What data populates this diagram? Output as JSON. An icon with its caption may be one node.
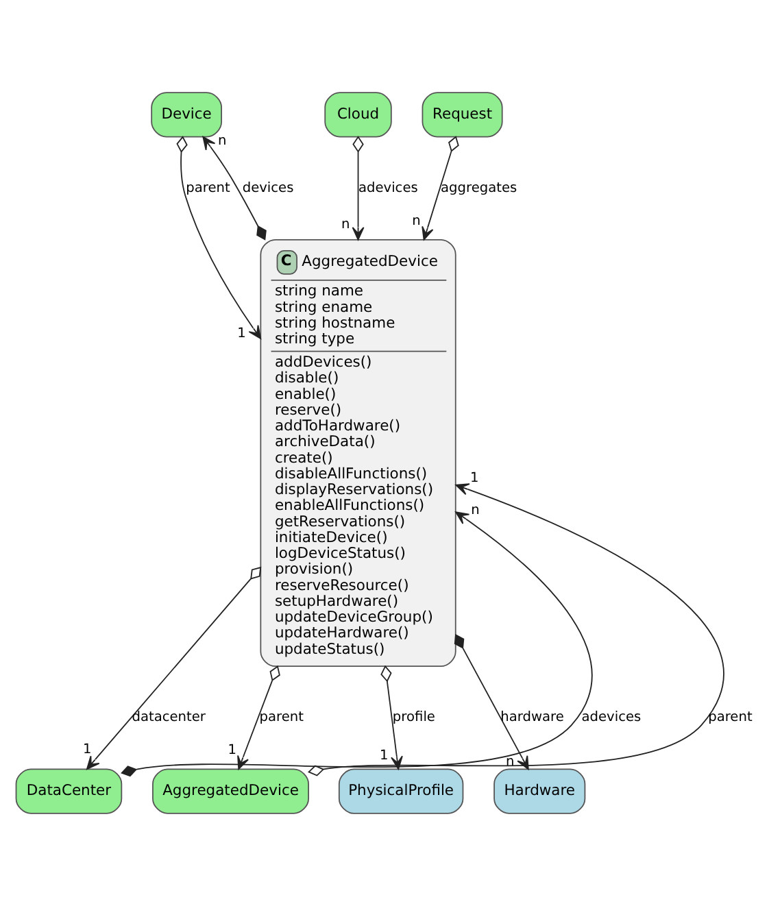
{
  "diagram": {
    "nodes": [
      {
        "text": [
          "Device"
        ]
      },
      {
        "text": [
          "Cloud"
        ]
      },
      {
        "text": [
          "Request"
        ]
      },
      {
        "text": [
          "C",
          "AggregatedDevice",
          "string name",
          "string ename",
          "string hostname",
          "string type",
          "addDevices()",
          "disable()",
          "enable()",
          "reserve()",
          "addToHardware()",
          "archiveData()",
          "create()",
          "disableAllFunctions()",
          "displayReservations()",
          "enableAllFunctions()",
          "getReservations()",
          "initiateDevice()",
          "logDeviceStatus()",
          "provision()",
          "reserveResource()",
          "setupHardware()",
          "updateDeviceGroup()",
          "updateHardware()",
          "updateStatus()"
        ]
      },
      {
        "text": [
          "DataCenter"
        ]
      },
      {
        "text": [
          "AggregatedDevice"
        ]
      },
      {
        "text": [
          "PhysicalProfile"
        ]
      },
      {
        "text": [
          "Hardware"
        ]
      }
    ],
    "edges": [
      {
        "from": 0,
        "to": 3,
        "arrow": "to",
        "label": "parent"
      },
      {
        "from": 3,
        "to": 0,
        "arrow": "to",
        "label": "devices"
      },
      {
        "from": 1,
        "to": 3,
        "arrow": "to",
        "label": "adevices"
      },
      {
        "from": 2,
        "to": 3,
        "arrow": "to",
        "label": "aggregates"
      },
      {
        "from": 3,
        "to": 4,
        "arrow": "to",
        "label": "datacenter"
      },
      {
        "from": 4,
        "to": 3,
        "arrow": "to",
        "label": "adevices"
      },
      {
        "from": 3,
        "to": 5,
        "arrow": "to",
        "label": "parent"
      },
      {
        "from": 5,
        "to": 3,
        "arrow": "to",
        "label": "parent"
      },
      {
        "from": 3,
        "to": 6,
        "arrow": "to",
        "label": "profile"
      },
      {
        "from": 3,
        "to": 7,
        "arrow": "to",
        "label": "hardware"
      }
    ],
    "labels": [
      "1",
      "n",
      "n",
      "n",
      "1",
      "n",
      "1",
      "1",
      "1",
      "n"
    ]
  }
}
